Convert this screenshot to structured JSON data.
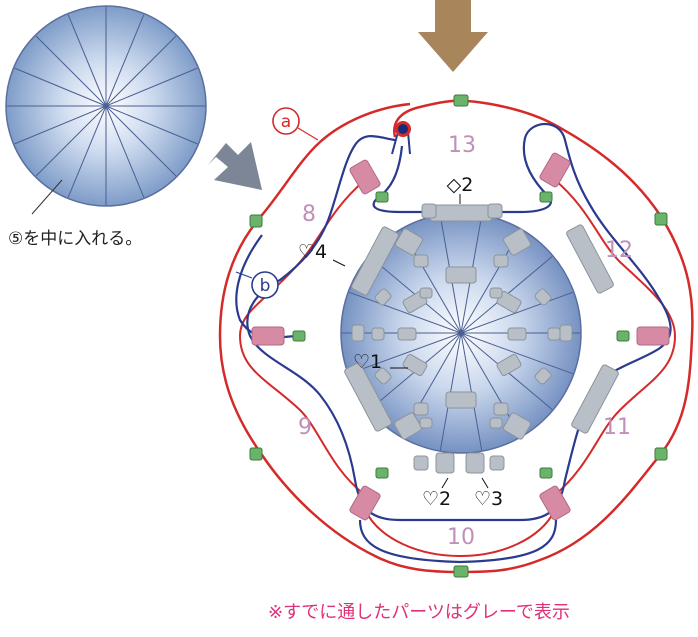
{
  "labels": {
    "instruction": "⑤を中に入れる。",
    "note": "※すでに通したパーツはグレーで表示",
    "thread_a": "a",
    "thread_b": "b"
  },
  "sections": {
    "s8": "8",
    "s9": "9",
    "s10": "10",
    "s11": "11",
    "s12": "12",
    "s13": "13"
  },
  "parts": {
    "diamond2": "◇2",
    "heart4": "♡4",
    "heart1": "♡1",
    "heart2": "♡2",
    "heart3": "♡3"
  },
  "colors": {
    "thread_a": "#d42a2a",
    "thread_b": "#2a3a8e",
    "section_number": "#c090b8",
    "arrow_down": "#a8855a",
    "arrow_right": "#7c8696",
    "bead_green": "#6ab36a",
    "bead_pink": "#d68aa4",
    "gray_part": "#b9bfc6",
    "note_pink": "#e0307a"
  }
}
